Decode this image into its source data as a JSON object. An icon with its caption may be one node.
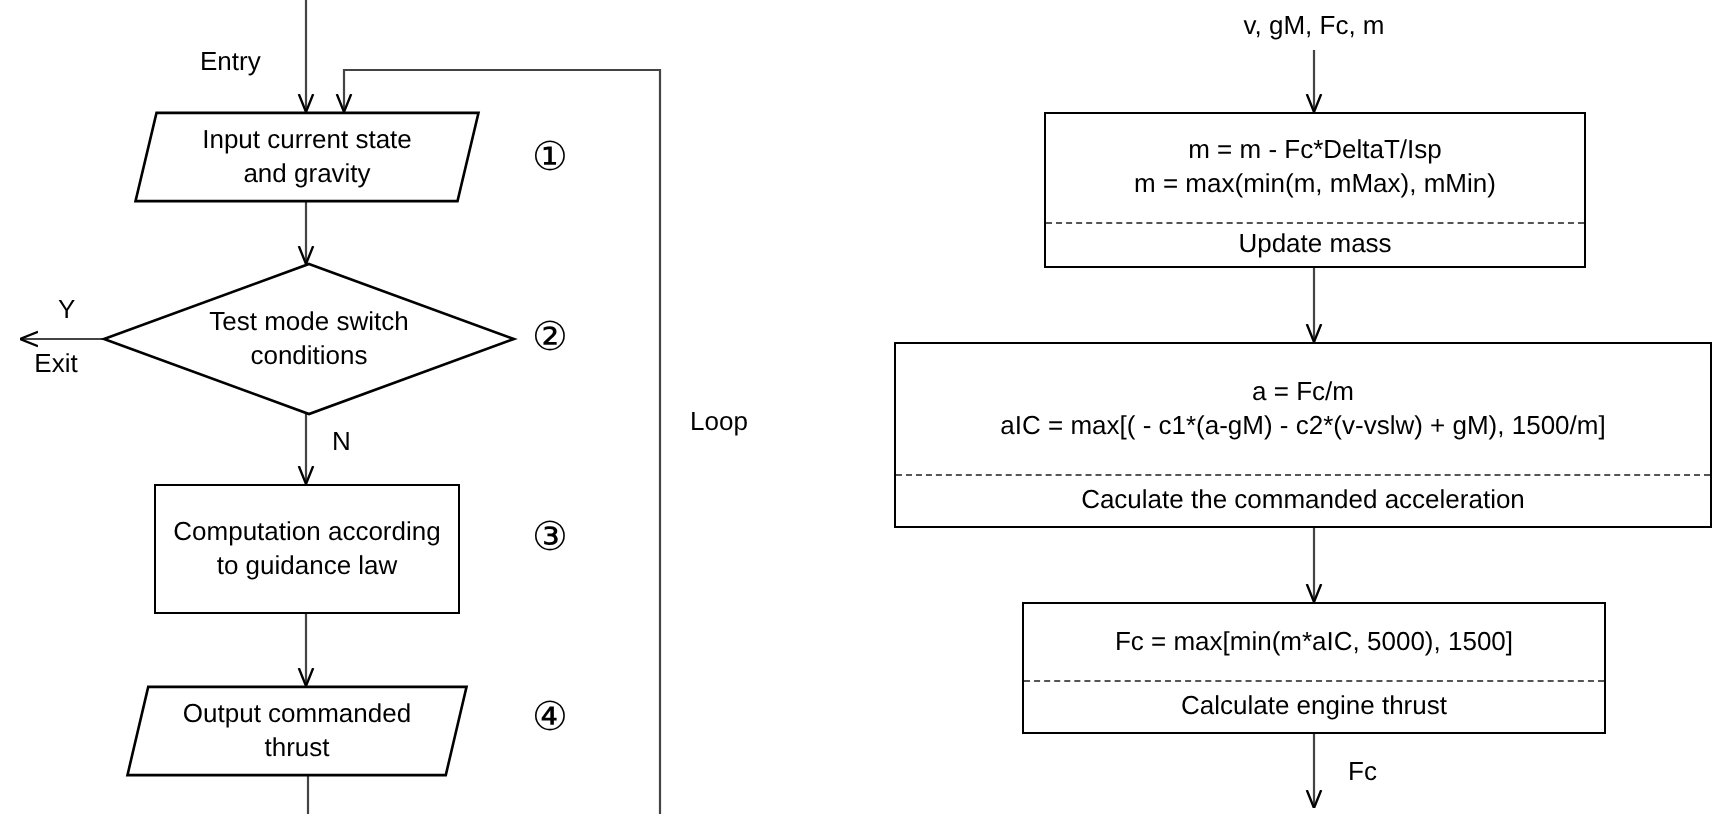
{
  "diagram": {
    "nodes": [
      {
        "text": [
          "Input current state and gravity"
        ],
        "beside": [
          "①"
        ]
      },
      {
        "text": [
          "Test mode switch conditions"
        ],
        "beside": [
          "②"
        ]
      },
      {
        "text": [
          "Computation according to guidance law"
        ],
        "beside": [
          "③"
        ]
      },
      {
        "text": [
          "Output commanded thrust"
        ],
        "beside": [
          "④"
        ]
      },
      {
        "text": [
          "v, gM, Fc, m"
        ]
      },
      {
        "text": [
          "m = m - Fc*DeltaT/Isp",
          "m = max(min(m, mMax), mMin)",
          "Update mass"
        ]
      },
      {
        "text": [
          "a = Fc/m",
          "aIC = max[( - c1*(a-gM) - c2*(v-vslw) + gM), 1500/m]",
          "Caculate the commanded acceleration"
        ]
      },
      {
        "text": [
          "Fc = max[min(m*aIC, 5000), 1500]",
          "Calculate engine thrust"
        ]
      },
      {
        "text": [
          "Exit"
        ]
      }
    ],
    "edges": [
      {
        "from": null,
        "to": 0,
        "arrow": "to",
        "label": "Entry"
      },
      {
        "from": null,
        "to": 0,
        "arrow": "to",
        "label": "Loop"
      },
      {
        "from": 0,
        "to": 1,
        "arrow": "to"
      },
      {
        "from": 1,
        "to": 8,
        "arrow": "to",
        "label": "Y"
      },
      {
        "from": 1,
        "to": 2,
        "arrow": "to",
        "label": "N"
      },
      {
        "from": 2,
        "to": 3,
        "arrow": "to"
      },
      {
        "from": 3,
        "to": null,
        "arrow": "none"
      },
      {
        "from": 4,
        "to": 5,
        "arrow": "to"
      },
      {
        "from": 5,
        "to": 6,
        "arrow": "to"
      },
      {
        "from": 6,
        "to": 7,
        "arrow": "to"
      },
      {
        "from": 7,
        "to": null,
        "arrow": "to",
        "label": "Fc"
      }
    ],
    "labels": []
  }
}
